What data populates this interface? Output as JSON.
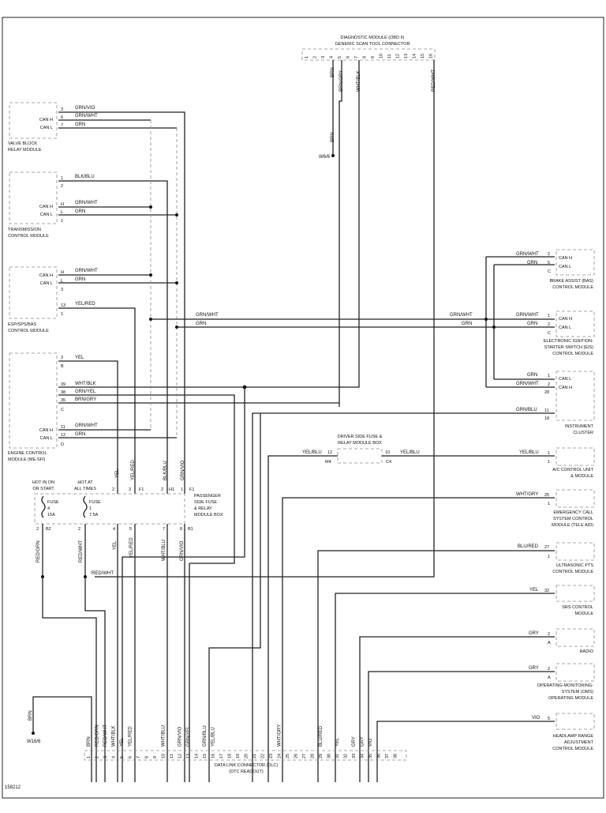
{
  "diagram_id": "158212",
  "obd": {
    "title_lines": [
      "DIAGNOSTIC MODULE (OBD II)",
      "GENERIC SCAN TOOL CONNECTOR"
    ],
    "pins": [
      "1",
      "2",
      "3",
      "4",
      "5",
      "6",
      "7",
      "8",
      "9",
      "10",
      "11",
      "12",
      "13",
      "14",
      "15",
      "16"
    ],
    "wires": [
      "BRN",
      "BRN/GRY",
      "WHT/BLK",
      "RED/WHT"
    ]
  },
  "ground_w66": {
    "wire": "BRN",
    "label": "W6/6"
  },
  "ground_w166": {
    "wire": "BRN",
    "label": "W16/6"
  },
  "modules": {
    "valve_block": {
      "name": [
        "VALVE BLOCK",
        "RELAY MODULE"
      ],
      "rows": [
        {
          "sig": "",
          "pin": "3",
          "wire": "GRN/VIO"
        },
        {
          "sig": "CAN H",
          "pin": "6",
          "wire": "GRN/WHT"
        },
        {
          "sig": "CAN L",
          "pin": "7",
          "wire": "GRN"
        }
      ]
    },
    "transmission": {
      "name": [
        "TRANSMISSION",
        "CONTROL MODULE"
      ],
      "rows": [
        {
          "sig": "",
          "pin": "1",
          "wire": "BLK/BLU"
        },
        {
          "sig": "",
          "pin": "2",
          "wire": ""
        },
        {
          "sig": "CAN H",
          "pin": "H",
          "wire": "GRN/WHT"
        },
        {
          "sig": "CAN L",
          "pin": "L",
          "wire": "GRN"
        },
        {
          "sig": "",
          "pin": "1",
          "wire": ""
        }
      ]
    },
    "esp": {
      "name": [
        "ESP/SPS/BAS",
        "CONTROL MODULE"
      ],
      "rows": [
        {
          "sig": "CAN H",
          "pin": "H",
          "wire": "GRN/WHT"
        },
        {
          "sig": "CAN L",
          "pin": "L",
          "wire": "GRN"
        },
        {
          "sig": "",
          "pin": "3",
          "wire": ""
        },
        {
          "sig": "",
          "pin": "13",
          "wire": "YEL/RED"
        },
        {
          "sig": "",
          "pin": "1",
          "wire": ""
        }
      ]
    },
    "ecm": {
      "name": [
        "ENGINE CONTROL",
        "MODULE (ME-SFI)"
      ],
      "rows": [
        {
          "sig": "",
          "pin": "3",
          "wire": "YEL"
        },
        {
          "sig": "",
          "pin": "B",
          "wire": ""
        },
        {
          "sig": "",
          "pin": "39",
          "wire": "WHT/BLK"
        },
        {
          "sig": "",
          "pin": "38",
          "wire": "GRN/YEL"
        },
        {
          "sig": "",
          "pin": "35",
          "wire": "BRN/GRY"
        },
        {
          "sig": "",
          "pin": "C",
          "wire": ""
        },
        {
          "sig": "CAN H",
          "pin": "11",
          "wire": "GRN/WHT"
        },
        {
          "sig": "CAN L",
          "pin": "12",
          "wire": "GRN"
        },
        {
          "sig": "",
          "pin": "D",
          "wire": ""
        }
      ]
    },
    "bas": {
      "name": [
        "BRAKE ASSIST (BAS)",
        "CONTROL MODULE"
      ],
      "rows": [
        {
          "wire": "GRN/WHT",
          "pin": "2",
          "sig": "CAN H"
        },
        {
          "wire": "GRN",
          "pin": "5",
          "sig": "CAN L"
        },
        {
          "wire": "",
          "pin": "C",
          "sig": ""
        }
      ]
    },
    "eis": {
      "name": [
        "ELECTRONIC IGNITION-",
        "STARTER SWITCH (EIS)",
        "CONTROL MODULE"
      ],
      "rows": [
        {
          "wire": "GRN/WHT",
          "pin": "1",
          "sig": "CAN H"
        },
        {
          "wire": "GRN",
          "pin": "2",
          "sig": "CAN L"
        },
        {
          "wire": "",
          "pin": "C",
          "sig": ""
        }
      ]
    },
    "cluster": {
      "name": [
        "INSTRUMENT",
        "CLUSTER"
      ],
      "rows": [
        {
          "wire": "GRN",
          "pin": "1",
          "sig": "CAN L"
        },
        {
          "wire": "GRN/WHT",
          "pin": "2",
          "sig": "CAN H"
        },
        {
          "wire": "",
          "pin": "28",
          "sig": ""
        },
        {
          "wire": "GRN/BLU",
          "pin": "11",
          "sig": ""
        },
        {
          "wire": "",
          "pin": "18",
          "sig": ""
        }
      ]
    },
    "ac": {
      "name": [
        "A/C CONTROL UNIT",
        "& MODULE"
      ],
      "rows": [
        {
          "wire": "YEL/BLU",
          "pin": "1"
        },
        {
          "wire": "",
          "pin": "1"
        }
      ]
    },
    "tele": {
      "name": [
        "EMERGENCY CALL",
        "SYSTEM CONTROL",
        "MODULE (TELE AID)"
      ],
      "rows": [
        {
          "wire": "WHT/GRY",
          "pin": "25"
        },
        {
          "wire": "",
          "pin": "1"
        }
      ]
    },
    "pts": {
      "name": [
        "ULTRASONIC PTS",
        "CONTROL MODULE"
      ],
      "rows": [
        {
          "wire": "BLU/RED",
          "pin": "27"
        },
        {
          "wire": "",
          "pin": "1"
        }
      ]
    },
    "srs": {
      "name": [
        "SRS CONTROL",
        "MODULE"
      ],
      "rows": [
        {
          "wire": "YEL",
          "pin": "32"
        }
      ]
    },
    "radio": {
      "name": [
        "RADIO"
      ],
      "rows": [
        {
          "wire": "GRY",
          "pin": "2"
        },
        {
          "wire": "",
          "pin": "A"
        }
      ]
    },
    "oms": {
      "name": [
        "OPERATING-MONITORING-",
        "SYSTEM (OMS)",
        "OPERATING MODULE"
      ],
      "rows": [
        {
          "wire": "GRY",
          "pin": "2"
        },
        {
          "wire": "",
          "pin": "A"
        }
      ]
    },
    "headlamp": {
      "name": [
        "HEADLAMP RANGE",
        "ADJUSTMENT",
        "CONTROL MODULE"
      ],
      "rows": [
        {
          "wire": "VIO",
          "pin": "5"
        }
      ]
    }
  },
  "bus": {
    "can_h": "GRN/WHT",
    "can_l": "GRN"
  },
  "driver_fuse_box": {
    "name": [
      "DRIVER SIDE FUSE &",
      "RELAY MODULE BOX"
    ],
    "left_wire": "YEL/BLU",
    "left_pin": "12",
    "left_conn": "M4",
    "right_wire": "YEL/BLU",
    "right_pin": "10",
    "right_conn": "C4"
  },
  "pass_fuse_box": {
    "name": [
      "PASSENGER",
      "SIDE FUSE",
      "& RELAY",
      "MODULE BOX"
    ],
    "hot_left": [
      "HOT IN ON",
      "OR START"
    ],
    "hot_right": [
      "HOT AT",
      "ALL TIMES"
    ],
    "fuse_left": [
      "FUSE",
      "4",
      "15A"
    ],
    "fuse_right": [
      "FUSE",
      "1",
      "7.5A"
    ],
    "top_pins": [
      "2",
      "3",
      "F1",
      "2",
      "H1",
      "1",
      "F1"
    ],
    "top_wires": [
      "YEL",
      "YEL/RED",
      "BLK/BLU",
      "GRN/VIO"
    ],
    "bottom_pins": [
      "2",
      "B2",
      "2",
      "4",
      "5",
      "7",
      "8",
      "B1"
    ],
    "bottom_wires": [
      "RED/GRN",
      "RED/WHT",
      "YEL",
      "YEL/RED",
      "WHT/BLU",
      "GRN/VIO"
    ],
    "splice_wire": "RED/WHT"
  },
  "dlc": {
    "name": [
      "DATA LINK CONNECTOR (DLC)",
      "(DTC READOUT)"
    ],
    "pins": [
      "1",
      "2",
      "3",
      "4",
      "5",
      "6",
      "7",
      "8",
      "9",
      "10",
      "11",
      "12",
      "13",
      "14",
      "15",
      "16",
      "17",
      "18",
      "19",
      "20",
      "21",
      "22",
      "23",
      "24",
      "25",
      "26",
      "27",
      "28",
      "29",
      "30",
      "31",
      "32",
      "33",
      "34",
      "35",
      "36",
      "37",
      "38"
    ],
    "pin_wires": [
      {
        "pin": "1",
        "wire": "BRN"
      },
      {
        "pin": "2",
        "wire": "RED/GRN"
      },
      {
        "pin": "3",
        "wire": "RED/WHT"
      },
      {
        "pin": "4",
        "wire": "WHT/BLK"
      },
      {
        "pin": "5",
        "wire": "YEL"
      },
      {
        "pin": "6",
        "wire": "YEL/RED"
      },
      {
        "pin": "10",
        "wire": "WHT/BLU"
      },
      {
        "pin": "12",
        "wire": "GRN/VIO"
      },
      {
        "pin": "13",
        "wire": "GRN/YEL"
      },
      {
        "pin": "15",
        "wire": "GRN/BLU"
      },
      {
        "pin": "16",
        "wire": "YEL/BLU"
      },
      {
        "pin": "24",
        "wire": "WHT/GRY"
      },
      {
        "pin": "29",
        "wire": "BLU/RED"
      },
      {
        "pin": "31",
        "wire": "YEL"
      },
      {
        "pin": "33",
        "wire": "GRY"
      },
      {
        "pin": "34",
        "wire": "GRY"
      },
      {
        "pin": "35",
        "wire": "VIO"
      }
    ]
  }
}
